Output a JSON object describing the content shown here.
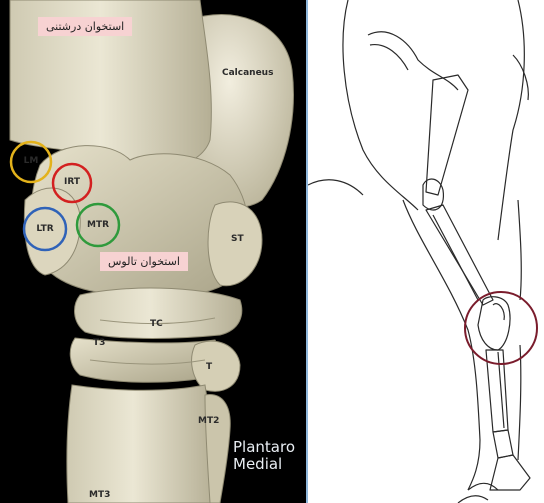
{
  "figure": {
    "left": {
      "persian_labels": {
        "tibia": "استخوان درشتنی",
        "talus": "استخوان تالوس"
      },
      "bone_labels": {
        "calcaneus": "Calcaneus",
        "st": "ST",
        "tc": "TC",
        "t3": "T3",
        "t": "T",
        "mt2": "MT2",
        "mt3": "MT3"
      },
      "circles": [
        {
          "id": "lm",
          "label": "LM",
          "color": "#e3b21b"
        },
        {
          "id": "irt",
          "label": "IRT",
          "color": "#d32020"
        },
        {
          "id": "ltr",
          "label": "LTR",
          "color": "#2f62b8"
        },
        {
          "id": "mtr",
          "label": "MTR",
          "color": "#2f9a3c"
        }
      ],
      "view_label": {
        "line1": "Plantaro",
        "line2": "Medial"
      }
    },
    "right": {
      "highlight_color": "#7a1c2c"
    }
  }
}
